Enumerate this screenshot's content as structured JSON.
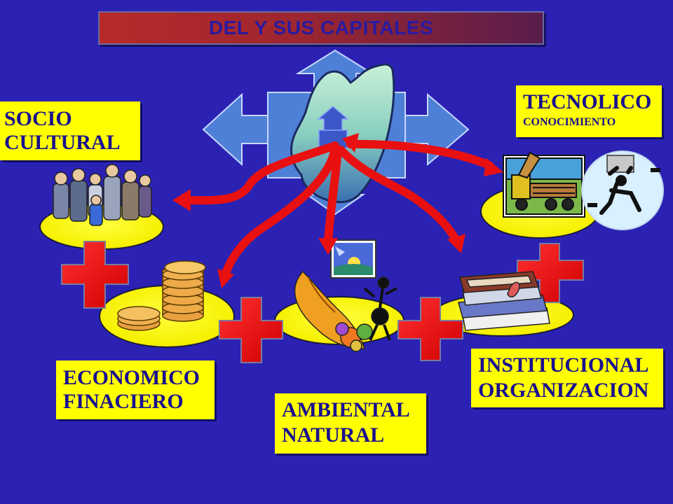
{
  "title": "DEL Y SUS CAPITALES",
  "capitals": {
    "socio": {
      "line1": "SOCIO",
      "line2": "CULTURAL"
    },
    "tecnologico": {
      "line1": "TECNOLICO",
      "line2": "CONOCIMIENTO"
    },
    "economico": {
      "line1": "ECONOMICO",
      "line2": "FINACIERO"
    },
    "ambiental": {
      "line1": "AMBIENTAL",
      "line2": "NATURAL"
    },
    "institucional": {
      "line1": "INSTITUCIONAL",
      "line2": "ORGANIZACION"
    }
  },
  "colors": {
    "background": "#2b22b4",
    "label_bg": "#ffff00",
    "label_text": "#1a1090",
    "arrows": "#e81010",
    "plus": "#e81010",
    "ovals": "#ffff1a"
  },
  "icons": [
    "people-group-icon",
    "coins-stack-icon",
    "cornucopia-icon",
    "books-stack-icon",
    "logging-truck-icon",
    "lifting-man-icon",
    "landscape-picture-icon",
    "map-compass-icon"
  ]
}
